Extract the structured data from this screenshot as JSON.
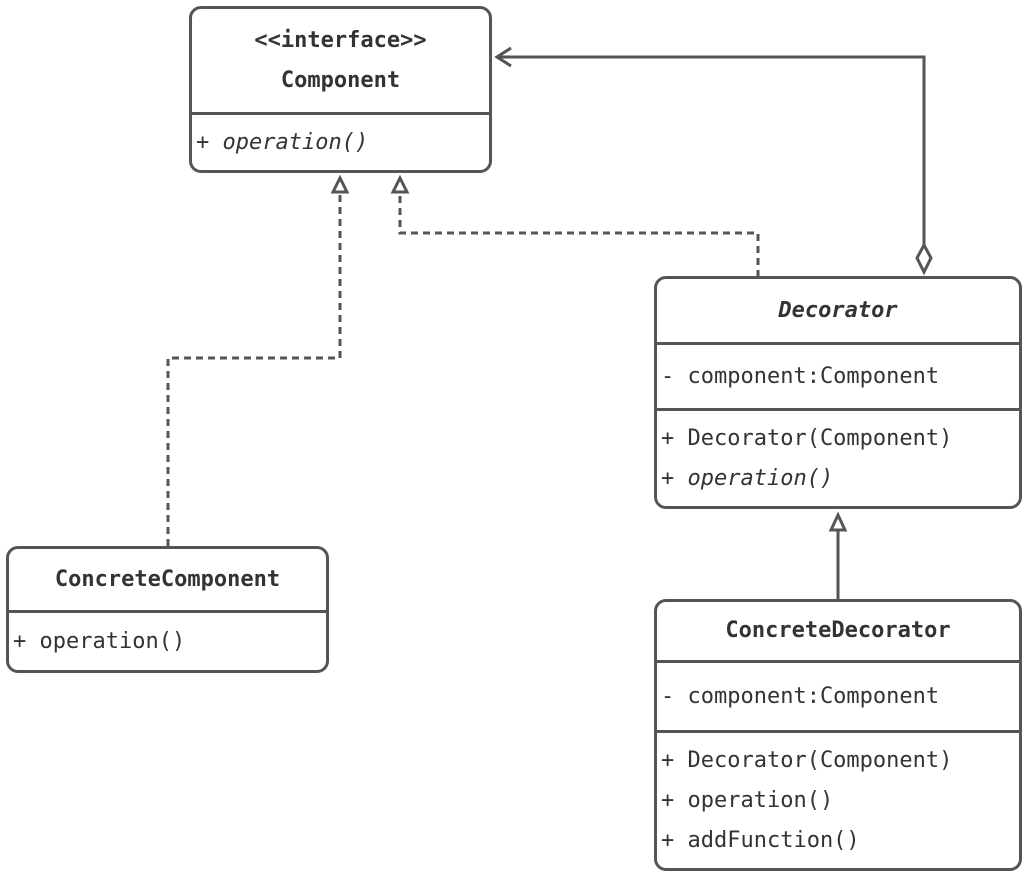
{
  "classes": {
    "component": {
      "stereotype": "<<interface>>",
      "name": "Component",
      "methods": [
        "+ operation()"
      ]
    },
    "decorator": {
      "name": "Decorator",
      "fields": [
        "- component:Component"
      ],
      "methods": [
        "+ Decorator(Component)",
        "+ operation()"
      ]
    },
    "concrete_component": {
      "name": "ConcreteComponent",
      "methods": [
        "+ operation()"
      ]
    },
    "concrete_decorator": {
      "name": "ConcreteDecorator",
      "fields": [
        "- component:Component"
      ],
      "methods": [
        "+ Decorator(Component)",
        "+ operation()",
        "+ addFunction()"
      ]
    }
  },
  "colors": {
    "stroke": "#555555",
    "text": "#333333",
    "background": "#ffffff"
  }
}
